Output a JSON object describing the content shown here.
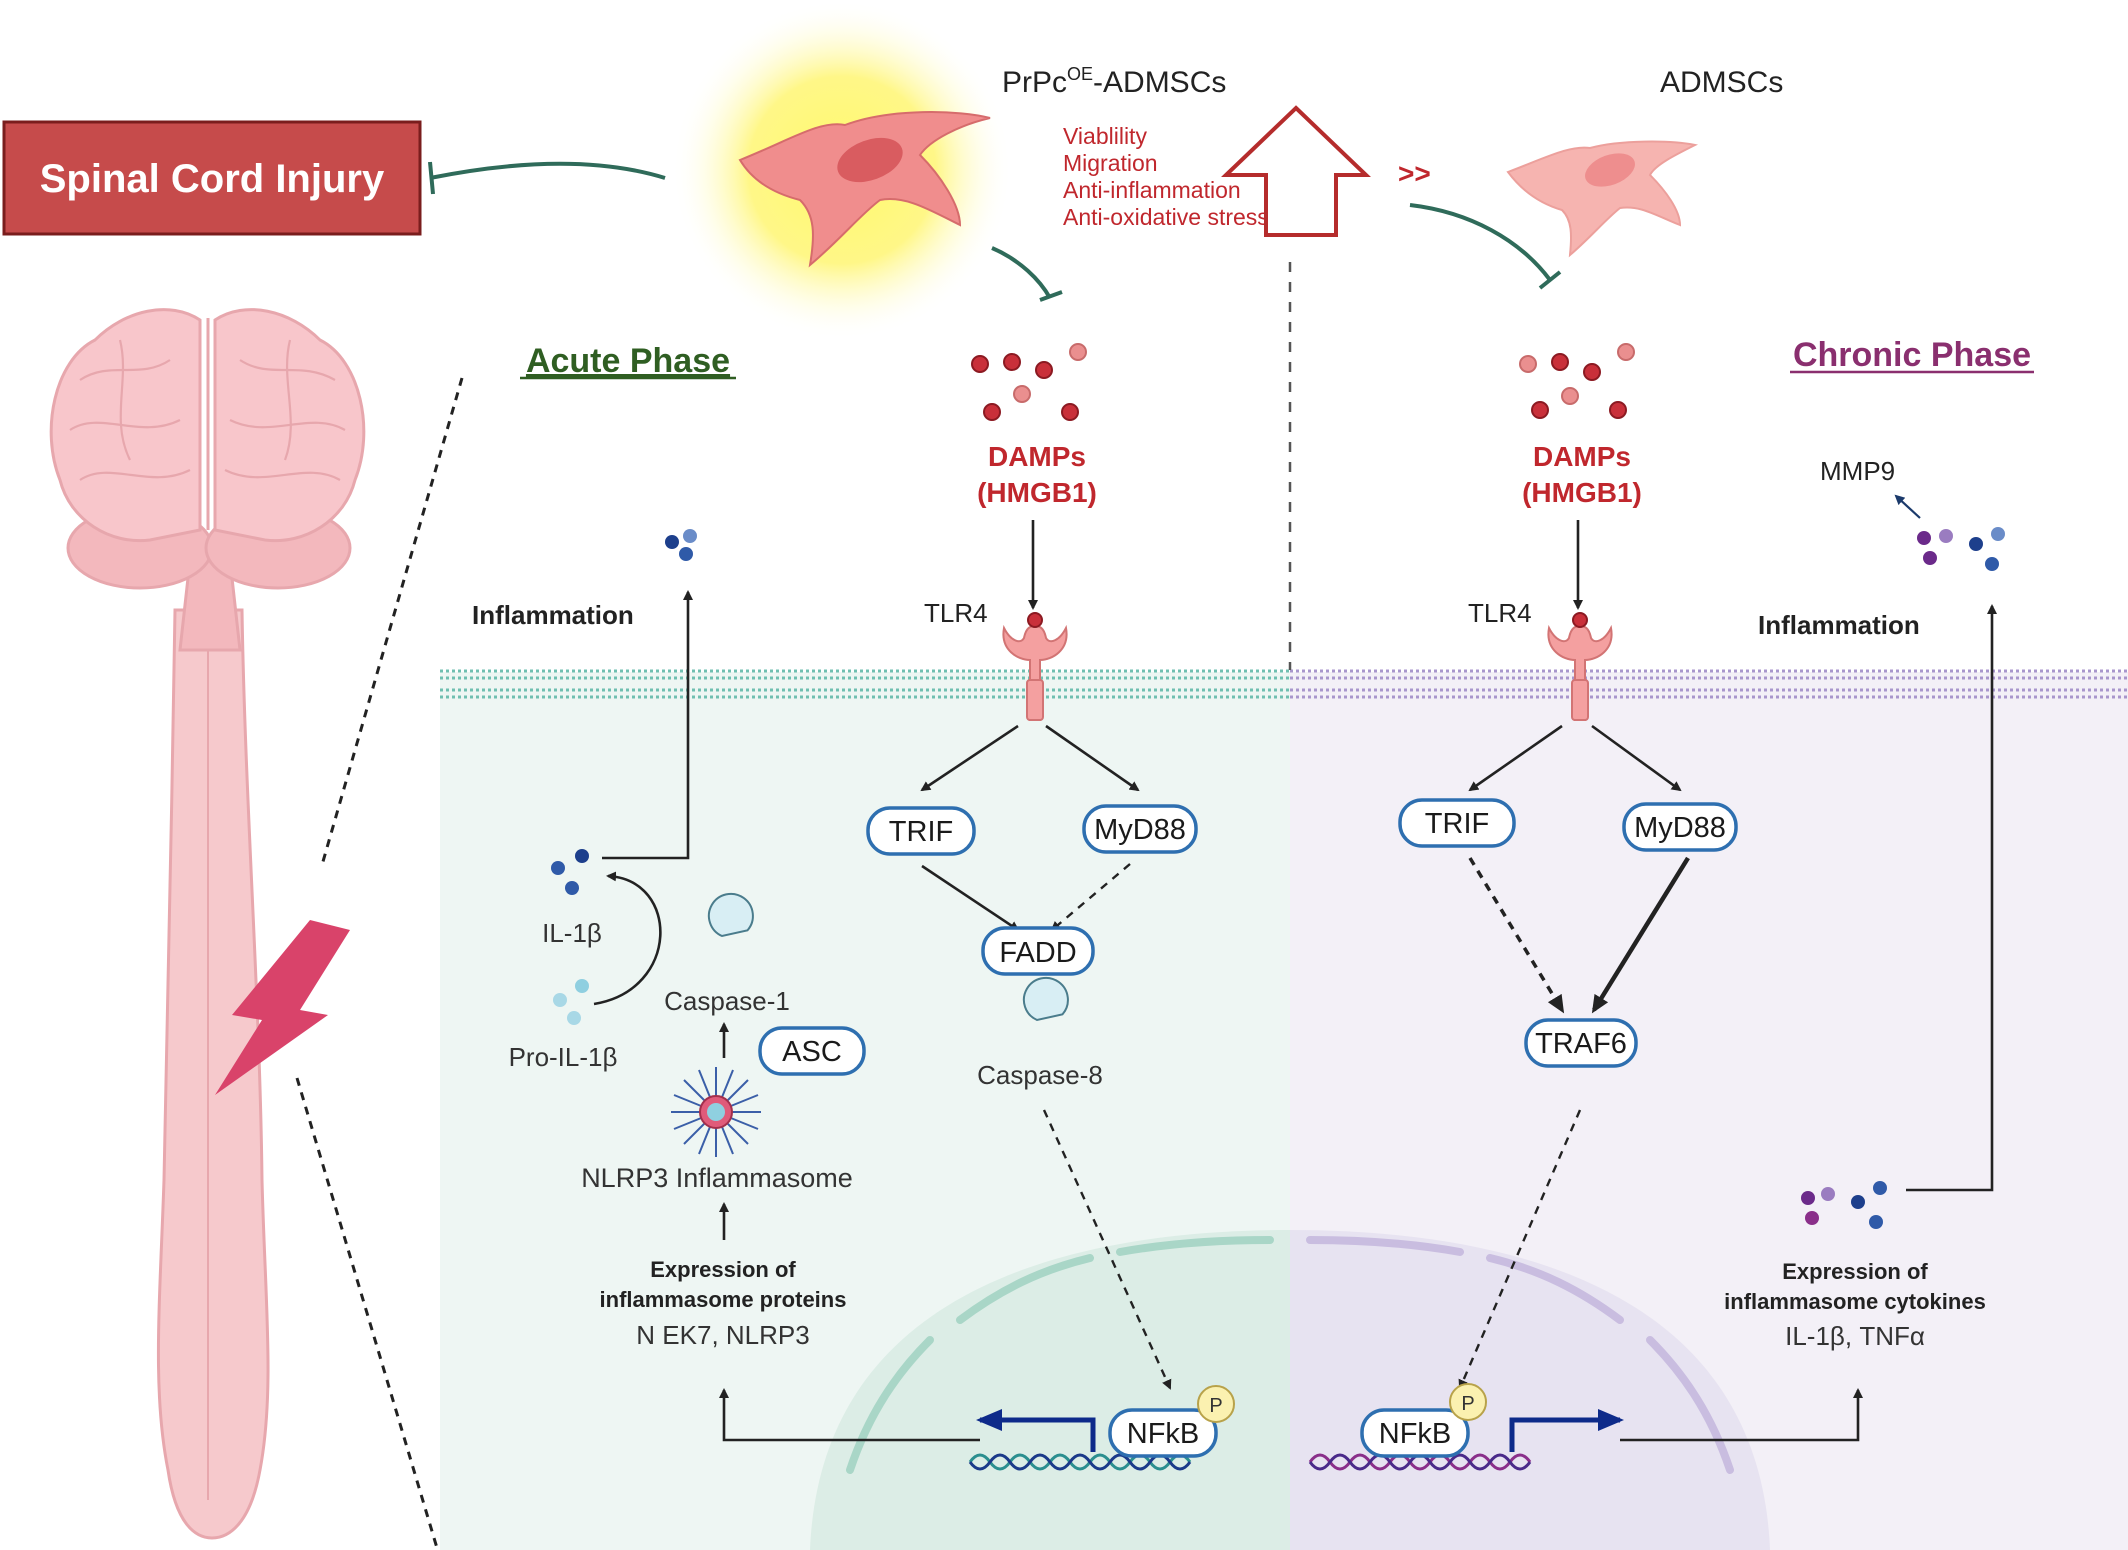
{
  "title_box": "Spinal Cord Injury",
  "prpc_label": {
    "main": "PrPc",
    "sup": "OE",
    "rest": "-ADMSCs"
  },
  "admscs_label": "ADMSCs",
  "effects": [
    "Viablility",
    "Migration",
    "Anti-inflammation",
    "Anti-oxidative stress"
  ],
  "comparison": ">>",
  "acute_phase": "Acute Phase",
  "chronic_phase": "Chronic Phase",
  "left": {
    "damps": "DAMPs",
    "hmgb1": "(HMGB1)",
    "tlr4": "TLR4",
    "inflammation": "Inflammation",
    "trif": "TRIF",
    "myd88": "MyD88",
    "fadd": "FADD",
    "caspase8": "Caspase-8",
    "caspase1": "Caspase-1",
    "asc": "ASC",
    "il1b": "IL-1β",
    "pro_il1b": "Pro-IL-1β",
    "nlrp3": "NLRP3 Inflammasome",
    "expr_line1": "Expression of",
    "expr_line2": "inflammasome proteins",
    "expr_line3": "N EK7, NLRP3",
    "nfkb": "NFkB",
    "p": "P"
  },
  "right": {
    "damps": "DAMPs",
    "hmgb1": "(HMGB1)",
    "tlr4": "TLR4",
    "inflammation": "Inflammation",
    "mmp9": "MMP9",
    "trif": "TRIF",
    "myd88": "MyD88",
    "traf6": "TRAF6",
    "expr_line1": "Expression of",
    "expr_line2": "inflammasome cytokines",
    "expr_line3": "IL-1β, TNFα",
    "nfkb": "NFkB",
    "p": "P"
  },
  "colors": {
    "red": "#c0272d",
    "acute_green": "#2f5e22",
    "chronic_purple": "#8a2f6f",
    "pill_border": "#2e6fb0",
    "left_bg": "#eef6f3",
    "right_bg": "#f3f0f7",
    "cell_pink": "#f08d8d"
  }
}
